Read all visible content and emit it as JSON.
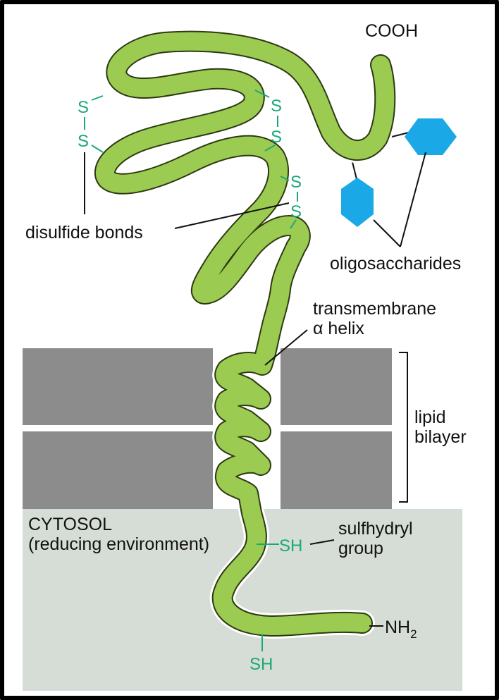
{
  "colors": {
    "protein": "#9ccb52",
    "protein_outline": "#2c3a12",
    "membrane": "#8c8c8c",
    "cytosol": "#d6ddd6",
    "oligosaccharide": "#1aa9e6",
    "sulfur": "#1aa878",
    "leader": "#111111"
  },
  "labels": {
    "cooh": "COOH",
    "disulfide_bonds": "disulfide bonds",
    "oligosaccharides": "oligosaccharides",
    "transmembrane_line1": "transmembrane",
    "transmembrane_line2": "α helix",
    "lipid_line1": "lipid",
    "lipid_line2": "bilayer",
    "cytosol_line1": "CYTOSOL",
    "cytosol_line2": "(reducing environment)",
    "sulfhydryl_line1": "sulfhydryl",
    "sulfhydryl_line2": "group",
    "sh_1": "SH",
    "sh_2": "SH",
    "nh2": "NH",
    "nh2_subscript": "2"
  },
  "disulfide_atoms": {
    "left_top": "S",
    "left_bottom": "S",
    "right_top": "S",
    "right_bottom": "S",
    "mid_top": "S",
    "mid_bottom": "S"
  }
}
